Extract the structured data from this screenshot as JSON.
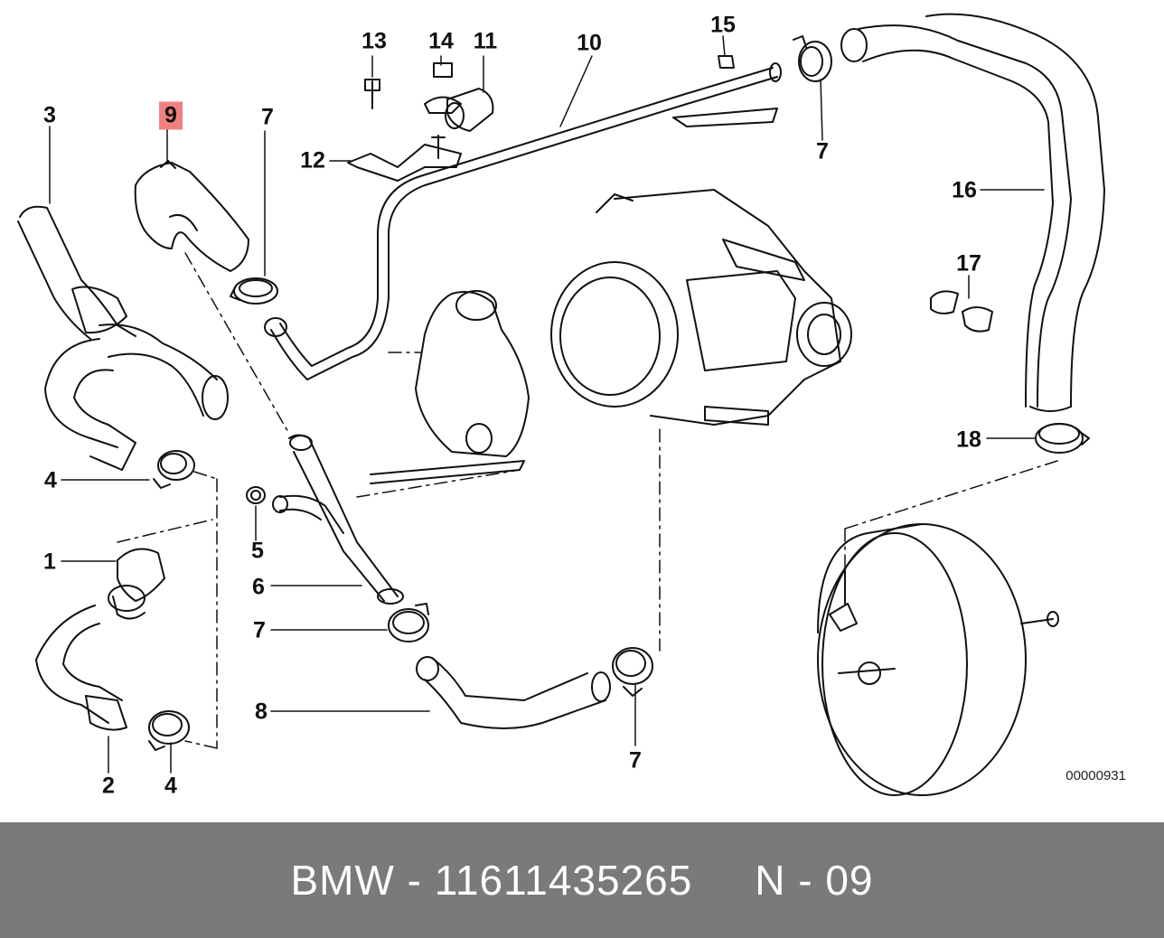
{
  "diagram": {
    "callouts": [
      {
        "id": "3",
        "text": "3"
      },
      {
        "id": "9",
        "text": "9",
        "highlight": true
      },
      {
        "id": "7a",
        "text": "7"
      },
      {
        "id": "13",
        "text": "13"
      },
      {
        "id": "14",
        "text": "14"
      },
      {
        "id": "11",
        "text": "11"
      },
      {
        "id": "10",
        "text": "10"
      },
      {
        "id": "15",
        "text": "15"
      },
      {
        "id": "7b",
        "text": "7"
      },
      {
        "id": "12",
        "text": "12"
      },
      {
        "id": "16",
        "text": "16"
      },
      {
        "id": "17",
        "text": "17"
      },
      {
        "id": "18",
        "text": "18"
      },
      {
        "id": "4a",
        "text": "4"
      },
      {
        "id": "5",
        "text": "5"
      },
      {
        "id": "1",
        "text": "1"
      },
      {
        "id": "6",
        "text": "6"
      },
      {
        "id": "7c",
        "text": "7"
      },
      {
        "id": "8",
        "text": "8"
      },
      {
        "id": "7d",
        "text": "7"
      },
      {
        "id": "2",
        "text": "2"
      },
      {
        "id": "4b",
        "text": "4"
      }
    ],
    "diagram_code": "00000931"
  },
  "footer": {
    "text": "BMW - 11611435265     N - 09"
  },
  "colors": {
    "footer_bg": "#7a7a7a",
    "highlight": "#f08080"
  }
}
